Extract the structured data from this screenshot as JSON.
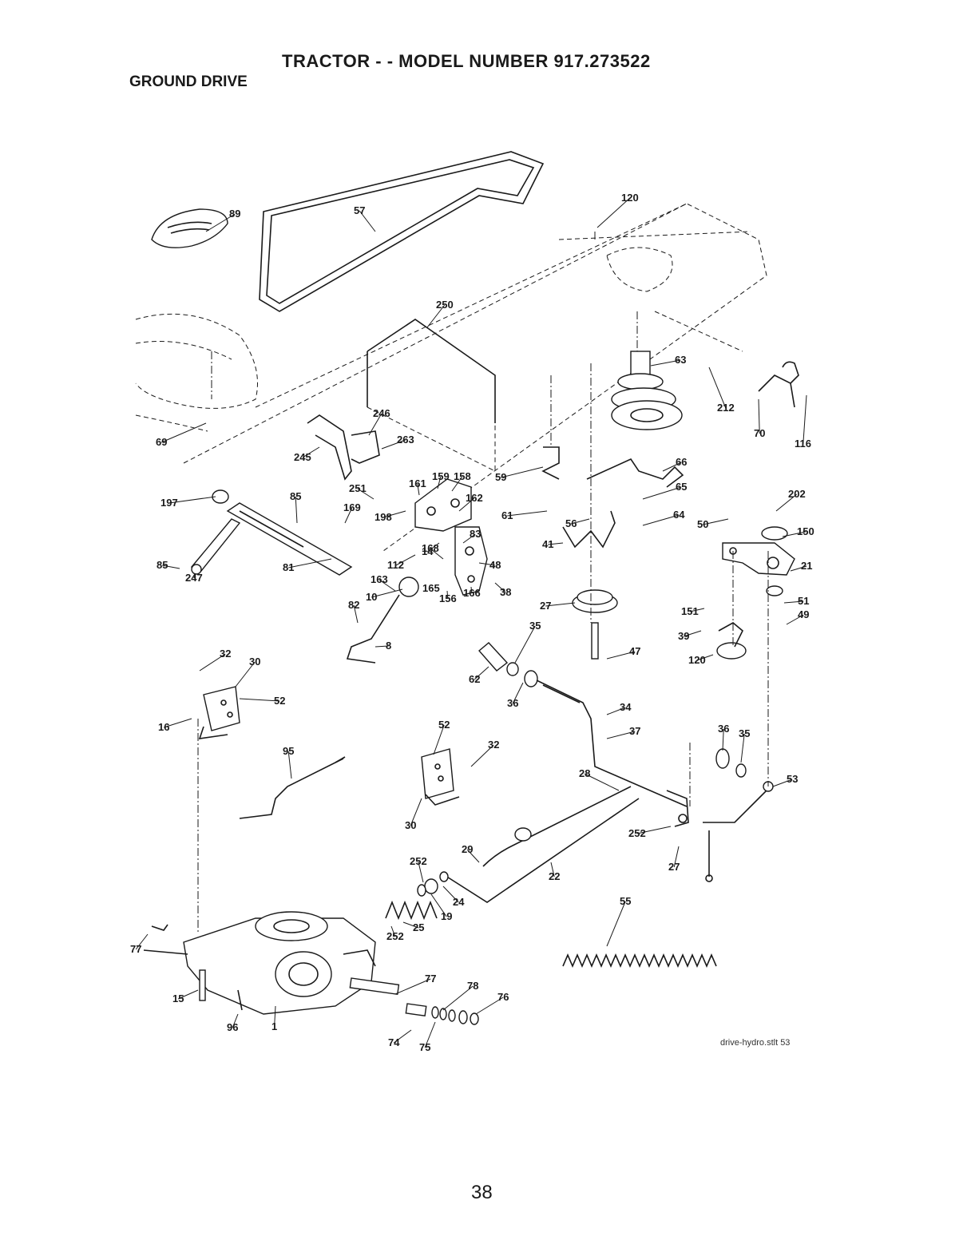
{
  "header": {
    "title": "TRACTOR - - MODEL NUMBER 917.273522",
    "section": "GROUND DRIVE"
  },
  "footer": {
    "file_ref": "drive-hydro.stlt 53",
    "page_number": "38"
  },
  "callouts": [
    "57",
    "120",
    "89",
    "250",
    "63",
    "212",
    "70",
    "116",
    "69",
    "246",
    "263",
    "245",
    "66",
    "59",
    "161",
    "159",
    "158",
    "251",
    "197",
    "85",
    "169",
    "162",
    "198",
    "61",
    "65",
    "56",
    "64",
    "202",
    "50",
    "150",
    "41",
    "83",
    "14",
    "112",
    "85",
    "247",
    "81",
    "163",
    "168",
    "48",
    "21",
    "10",
    "82",
    "165",
    "156",
    "166",
    "38",
    "27",
    "151",
    "51",
    "49",
    "39",
    "47",
    "120",
    "8",
    "35",
    "32",
    "30",
    "62",
    "36",
    "52",
    "16",
    "34",
    "37",
    "36",
    "35",
    "95",
    "52",
    "32",
    "53",
    "30",
    "28",
    "252",
    "29",
    "252",
    "27",
    "22",
    "24",
    "19",
    "55",
    "25",
    "252",
    "77",
    "77",
    "78",
    "76",
    "15",
    "96",
    "1",
    "74",
    "75"
  ]
}
